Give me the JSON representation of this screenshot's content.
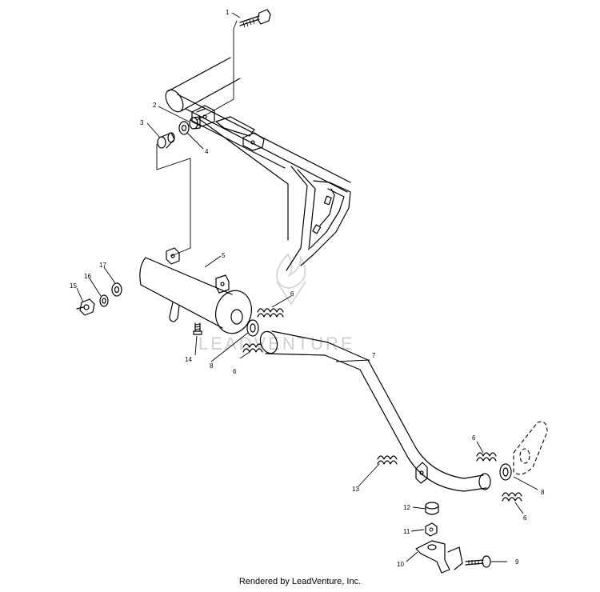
{
  "watermark": {
    "text": "LEADVENTURE"
  },
  "credit": "Rendered by LeadVenture, Inc.",
  "callouts": [
    {
      "label": "1"
    },
    {
      "label": "2"
    },
    {
      "label": "3"
    },
    {
      "label": "4"
    },
    {
      "label": "5"
    },
    {
      "label": "6"
    },
    {
      "label": "6"
    },
    {
      "label": "6"
    },
    {
      "label": "6"
    },
    {
      "label": "7"
    },
    {
      "label": "8"
    },
    {
      "label": "8"
    },
    {
      "label": "9"
    },
    {
      "label": "10"
    },
    {
      "label": "11"
    },
    {
      "label": "12"
    },
    {
      "label": "13"
    },
    {
      "label": "14"
    },
    {
      "label": "15"
    },
    {
      "label": "16"
    },
    {
      "label": "17"
    }
  ]
}
